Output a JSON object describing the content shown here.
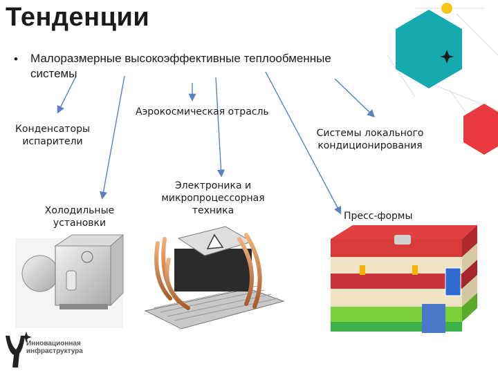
{
  "slide": {
    "title": "Тенденции",
    "bullet_marker": "•",
    "bullet_line1": "Малоразмерные высокоэффективные теплообменные",
    "bullet_line2": "системы"
  },
  "labels": {
    "aerospace": "Аэрокосмическая отрасль",
    "condensers_line1": "Конденсаторы",
    "condensers_line2": "испарители",
    "refrigeration_line1": "Холодильные",
    "refrigeration_line2": "установки",
    "electronics_line1": "Электроника и",
    "electronics_line2": "микропроцессорная",
    "electronics_line3": "техника",
    "local_ac_line1": "Системы локального",
    "local_ac_line2": "кондиционирования",
    "press_molds": "Пресс-формы"
  },
  "logo": {
    "line1": "Инновационная",
    "line2": "инфраструктура"
  },
  "colors": {
    "hexagon_teal": "#15aab0",
    "hexagon_red": "#e8393f",
    "hexagon_yellow": "#f5c518",
    "arrow": "#5a7fc4"
  }
}
